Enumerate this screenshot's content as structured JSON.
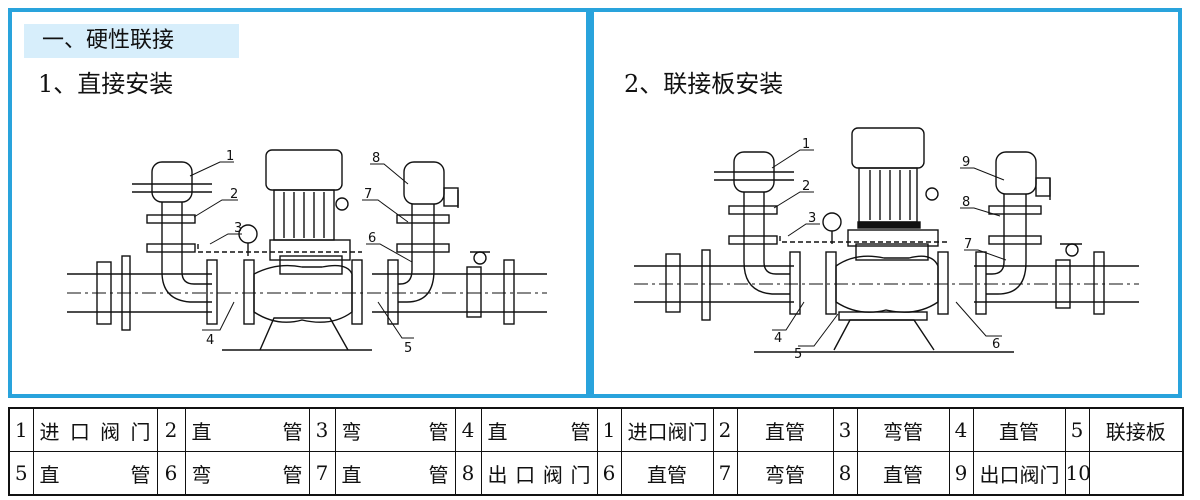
{
  "heading": "一、硬性联接",
  "panels": {
    "left": {
      "title": "1、直接安装",
      "callouts": [
        "1",
        "2",
        "3",
        "4",
        "5",
        "6",
        "7",
        "8"
      ]
    },
    "right": {
      "title": "2、联接板安装",
      "callouts": [
        "1",
        "2",
        "3",
        "4",
        "5",
        "6",
        "7",
        "8",
        "9"
      ]
    }
  },
  "legend": {
    "rows": [
      [
        "1",
        "进口阀门",
        "2",
        "直　　管",
        "3",
        "弯　　管",
        "4",
        "直　　管",
        "1",
        "进口阀门",
        "2",
        "直管",
        "3",
        "弯管",
        "4",
        "直管",
        "5",
        "联接板"
      ],
      [
        "5",
        "直　　管",
        "6",
        "弯　　管",
        "7",
        "直　　管",
        "8",
        "出口阀门",
        "6",
        "直管",
        "7",
        "弯管",
        "8",
        "直管",
        "9",
        "出口阀门",
        "10",
        ""
      ]
    ]
  },
  "colors": {
    "border": "#29a3dc",
    "heading_bg": "#d7eefb"
  }
}
